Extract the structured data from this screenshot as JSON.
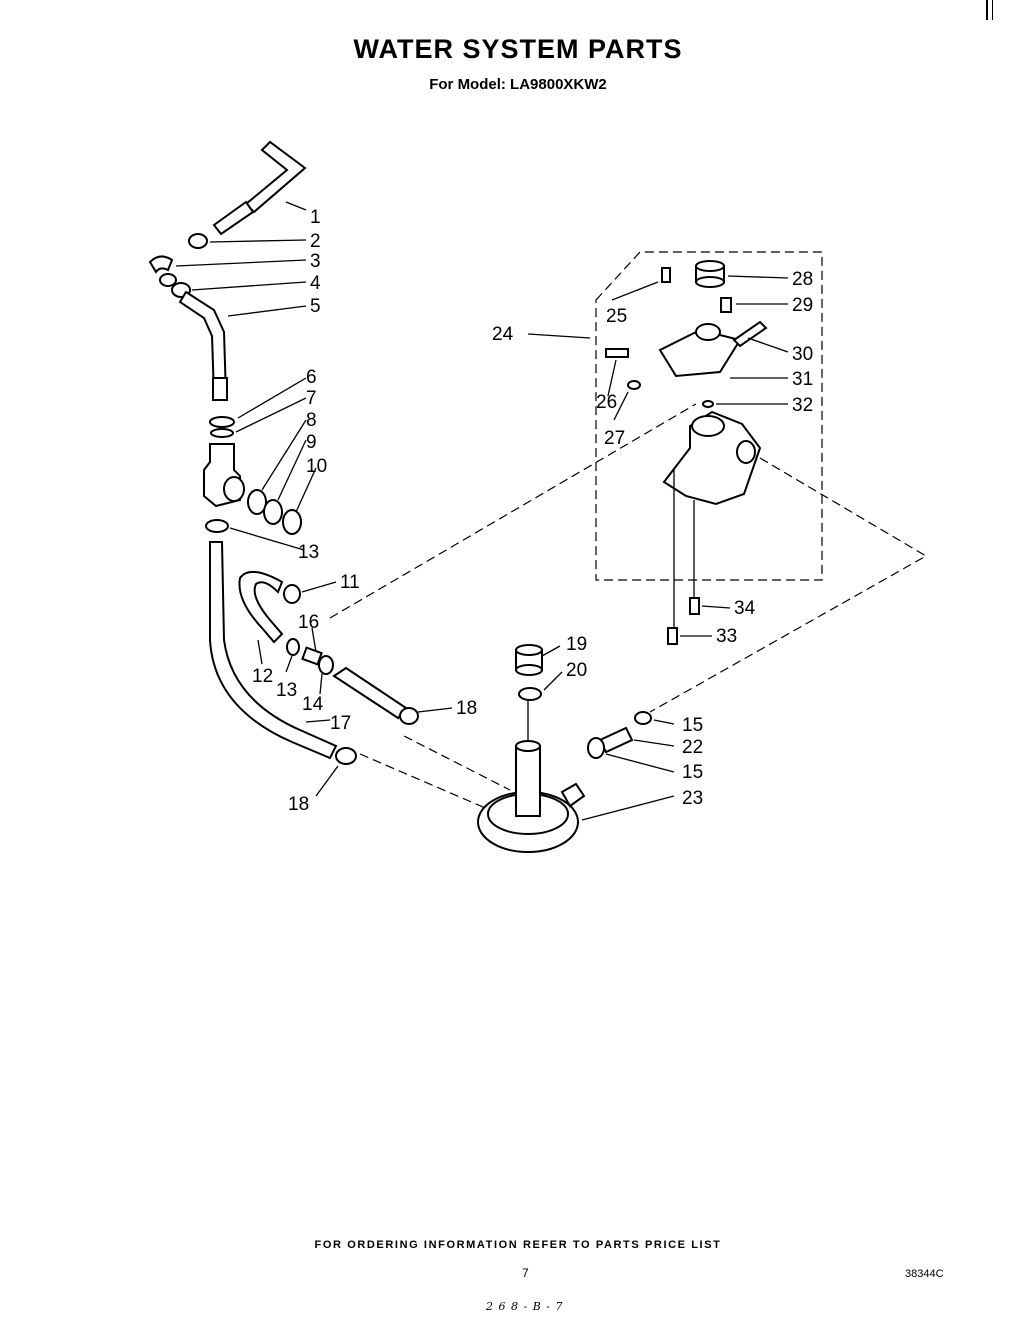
{
  "header": {
    "title": "WATER SYSTEM PARTS",
    "subtitle": "For Model: LA9800XKW2"
  },
  "diagram": {
    "callouts": {
      "c1": "1",
      "c2": "2",
      "c3": "3",
      "c4": "4",
      "c5": "5",
      "c6": "6",
      "c7": "7",
      "c8": "8",
      "c9": "9",
      "c10": "10",
      "c11": "11",
      "c12": "12",
      "c13a": "13",
      "c13b": "13",
      "c14": "14",
      "c15a": "15",
      "c15b": "15",
      "c16": "16",
      "c17": "17",
      "c18a": "18",
      "c18b": "18",
      "c19": "19",
      "c20": "20",
      "c22": "22",
      "c23": "23",
      "c24": "24",
      "c25": "25",
      "c26": "26",
      "c27": "27",
      "c28": "28",
      "c29": "29",
      "c30": "30",
      "c31": "31",
      "c32": "32",
      "c33": "33",
      "c34": "34"
    }
  },
  "footer": {
    "ordering_note": "FOR ORDERING INFORMATION REFER TO PARTS PRICE LIST",
    "page_number": "7",
    "doc_code": "38344C",
    "handwritten_note": "2 6 8 - B - 7"
  }
}
